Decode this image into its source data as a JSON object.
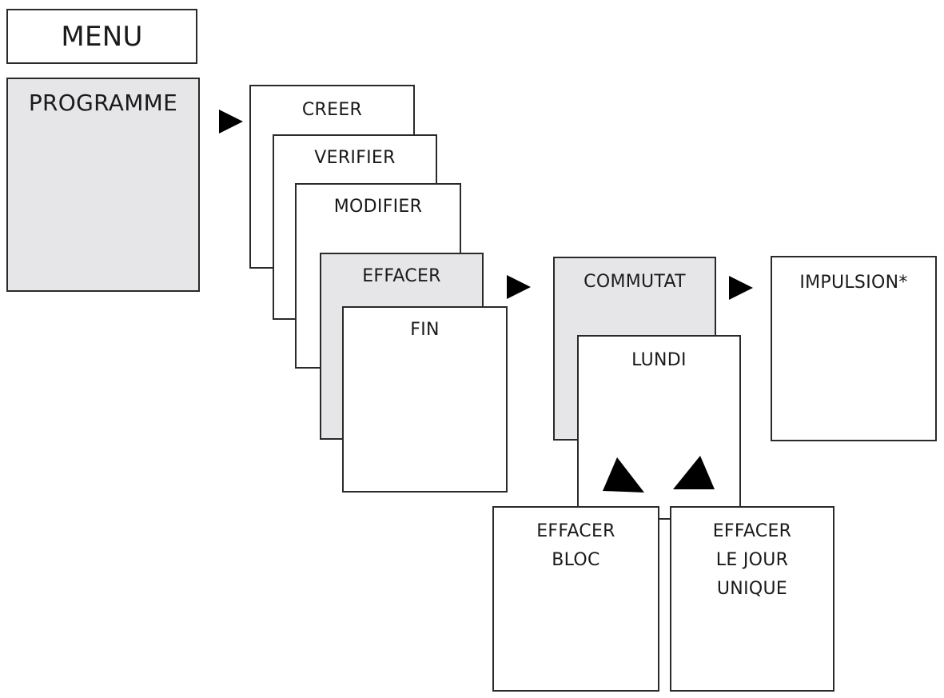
{
  "menu": {
    "title": "MENU"
  },
  "level1": {
    "programme": "PROGRAMME"
  },
  "level2": {
    "items": [
      "CREER",
      "VERIFIER",
      "MODIFIER",
      "EFFACER",
      "FIN"
    ]
  },
  "level3": {
    "commutat": "COMMUTAT",
    "lundi": "LUNDI",
    "impulsion": "IMPULSION*"
  },
  "level4": {
    "effacer_bloc": [
      "EFFACER",
      "BLOC"
    ],
    "effacer_jour": [
      "EFFACER",
      "LE JOUR",
      "UNIQUE"
    ]
  },
  "colors": {
    "highlight_fill": "#e6e6e9",
    "box_fill": "#ffffff",
    "border": "#2a2a2a",
    "arrow": "#000000"
  },
  "icons": [
    "arrow-right-icon",
    "arrow-up-right-icon",
    "arrow-up-left-icon"
  ]
}
